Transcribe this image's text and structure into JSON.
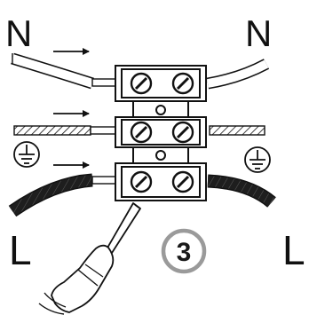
{
  "labels": {
    "neutral_left": "N",
    "neutral_right": "N",
    "live_left": "L",
    "live_right": "L",
    "step_number": "3"
  },
  "icons": {
    "arrows": "right-arrow-icon",
    "earth": "earth-ground-icon",
    "screwdriver": "screwdriver-icon",
    "terminal_block": "terminal-block-icon"
  },
  "colors": {
    "ink": "#111111",
    "step_circle": "#9a9a9a",
    "live_wire": "#1e1e1e",
    "copper": "#ffffff"
  }
}
